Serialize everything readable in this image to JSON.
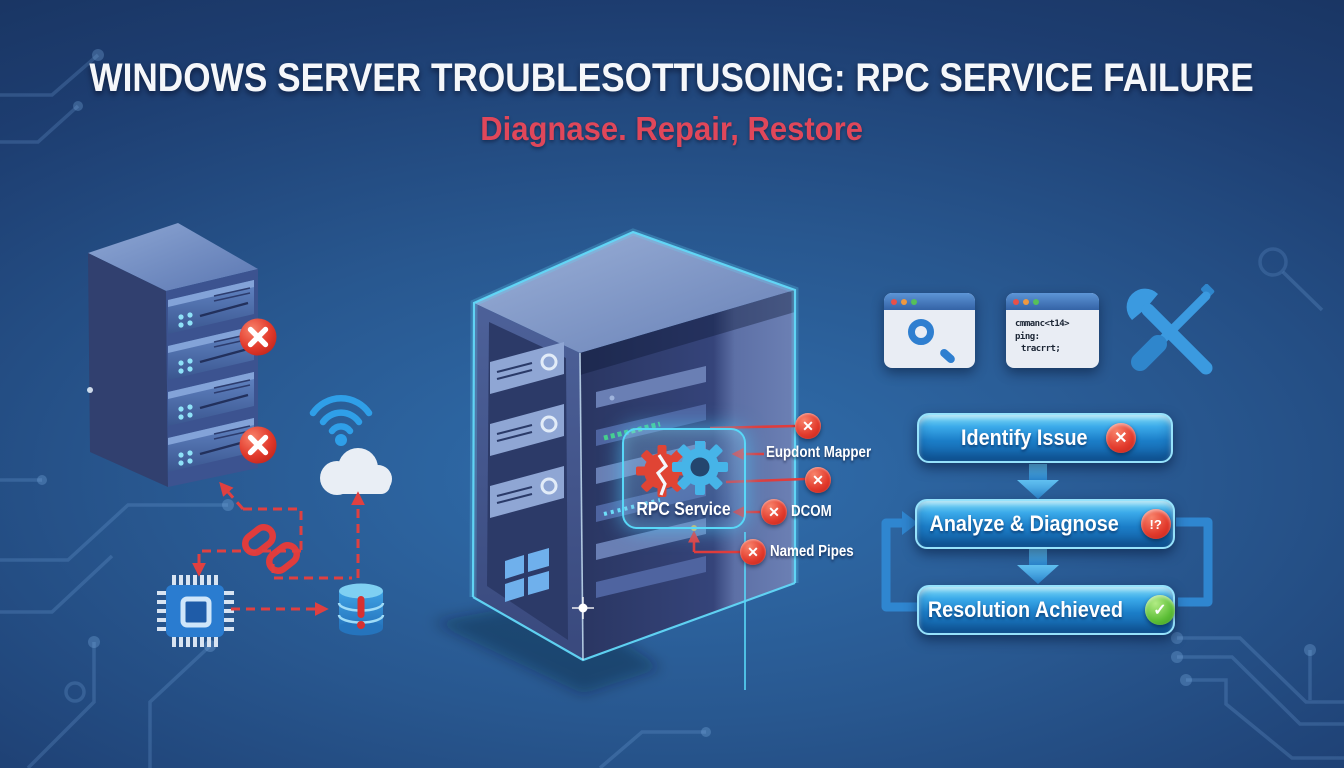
{
  "header": {
    "title": "WINDOWS SERVER TROUBLESOTTUSOING: RPC SERVICE FAILURE",
    "subtitle": "Diagnase. Repair, Restore"
  },
  "rpc_box": {
    "label": "RPC Service"
  },
  "annotations": {
    "endpoint_mapper": "Eupdont Mapper",
    "dcom": "DCOM",
    "named_pipes": "Named Pipes"
  },
  "tool_icons": {
    "terminal_lines": [
      "cmmanc<t14>",
      "ping:",
      "tracrrt;"
    ]
  },
  "flowchart": {
    "steps": [
      {
        "label": "Identify Issue",
        "glyph": "✕"
      },
      {
        "label": "Analyze & Diagnose",
        "glyph": "!?"
      },
      {
        "label": "Resolution Achieved",
        "glyph": "✓"
      }
    ]
  },
  "badges": {
    "x_glyph": "✕"
  },
  "colors": {
    "background_navy": "#152b52",
    "accent_cyan": "#58d8f8",
    "error_red": "#e03c3c",
    "success_green": "#5cbe36",
    "button_blue": "#1c7fc9",
    "title_white": "#f5f7fa",
    "subtitle_red": "#e0475a"
  }
}
